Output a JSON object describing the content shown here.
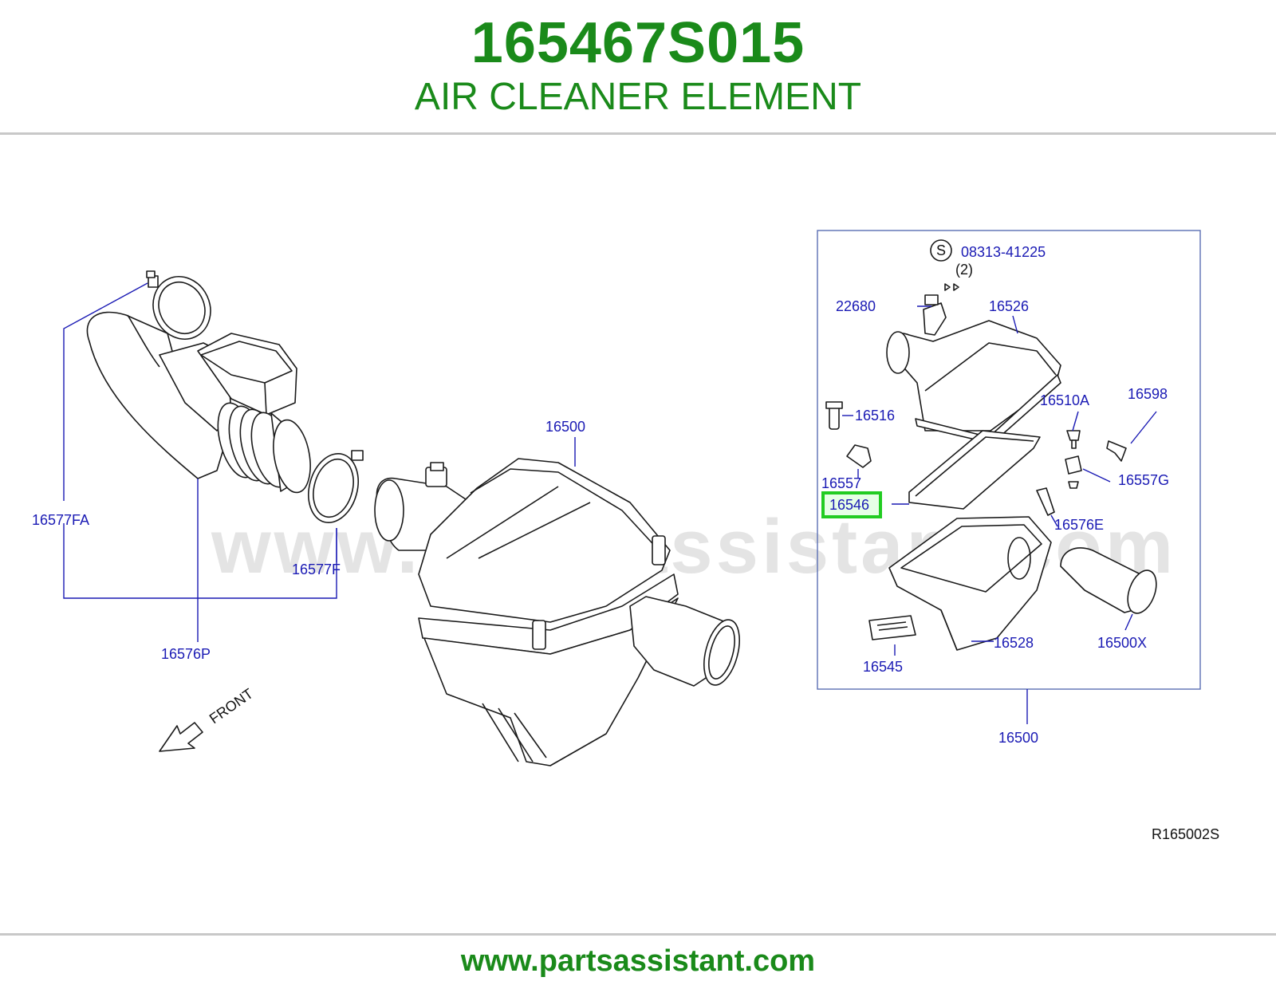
{
  "header": {
    "part_number": "165467S015",
    "part_name": "AIR CLEANER ELEMENT"
  },
  "footer": {
    "url": "www.partsassistant.com"
  },
  "watermark": "www.partsassistant.com",
  "diagram": {
    "reference_code": "R165002S",
    "front_label": "FRONT",
    "highlight_color": "#22cc22",
    "label_color": "#1a1ab4",
    "brand_color": "#1a8a1a",
    "callouts": {
      "c16577FA": "16577FA",
      "c16576P": "16576P",
      "c16577F": "16577F",
      "c16500_main": "16500",
      "c08313": "08313-41225",
      "c08313_qty": "(2)",
      "s_symbol": "S",
      "c22680": "22680",
      "c16526": "16526",
      "c16516": "16516",
      "c16510A": "16510A",
      "c16598": "16598",
      "c16557": "16557",
      "c16557G": "16557G",
      "c16546": "16546",
      "c16576E": "16576E",
      "c16528": "16528",
      "c16500X": "16500X",
      "c16545": "16545",
      "c16500_box": "16500"
    }
  }
}
